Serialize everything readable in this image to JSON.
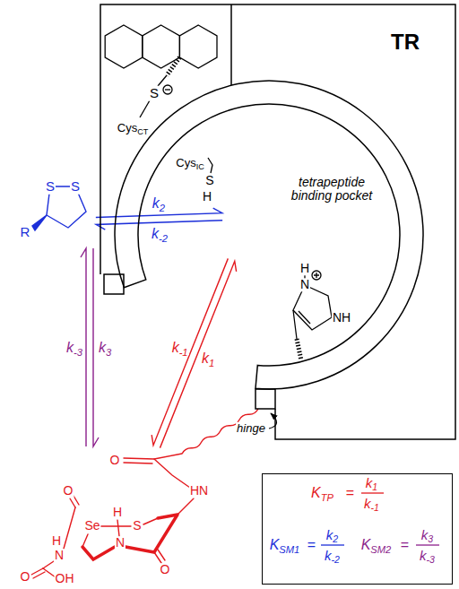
{
  "diagram": {
    "nodes": [
      {
        "text": [
          "TR"
        ]
      },
      {
        "text": [
          "tetrapeptide binding pocket"
        ],
        "in": 0
      },
      {
        "text": [
          "S",
          "S",
          "R"
        ]
      },
      {
        "text": [
          "O",
          "HN",
          "O",
          "H",
          "Se",
          "S",
          "N",
          "O",
          "H",
          "N",
          "O",
          "OH"
        ]
      },
      {
        "text": [
          "KTP",
          "=",
          "k1",
          "k-1",
          "KSM1",
          "=",
          "k2",
          "k-2",
          "KSM2",
          "=",
          "k3",
          "k-3"
        ]
      }
    ],
    "edges": [
      {
        "from": 2,
        "to": 1,
        "arrow": "to",
        "label": "k2"
      },
      {
        "from": 1,
        "to": 2,
        "arrow": "to",
        "label": "k-2"
      },
      {
        "from": 3,
        "to": 1,
        "arrow": "to",
        "label": "k1"
      },
      {
        "from": 1,
        "to": 3,
        "arrow": "to",
        "label": "k-1"
      },
      {
        "from": 2,
        "to": 3,
        "arrow": "to",
        "label": "k3"
      },
      {
        "from": 3,
        "to": 2,
        "arrow": "to",
        "label": "k-3"
      }
    ],
    "labels": [
      "S",
      "CysCT",
      "CysIC",
      "S",
      "H",
      "H",
      "N",
      "NH",
      "hinge"
    ]
  }
}
